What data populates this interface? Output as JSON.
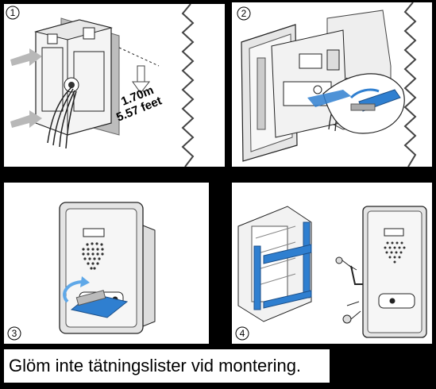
{
  "steps": [
    {
      "number": "1",
      "height_m": "1.70m",
      "height_ft": "5.57 feet"
    },
    {
      "number": "2"
    },
    {
      "number": "3"
    },
    {
      "number": "4"
    }
  ],
  "caption": "Glöm inte tätningslister vid montering.",
  "colors": {
    "seal": "#2f7fd0",
    "frame": "#444444",
    "arrow": "#aaaaaa"
  }
}
